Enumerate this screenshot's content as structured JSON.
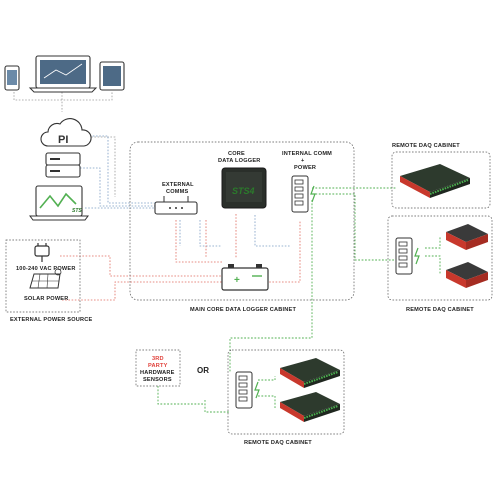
{
  "labels": {
    "pi": "PI",
    "core_line1": "CORE",
    "core_line2": "DATA LOGGER",
    "external_line1": "EXTERNAL",
    "external_line2": "COMMS",
    "internal_line1": "INTERNAL COMM",
    "internal_line2": "+",
    "internal_line3": "POWER",
    "vac_power": "100-240 VAC POWER",
    "solar_power": "SOLAR POWER",
    "external_power_source": "EXTERNAL POWER SOURCE",
    "main_cabinet": "MAIN CORE DATA LOGGER CABINET",
    "remote_cabinet_top": "REMOTE DAQ CABINET",
    "remote_cabinet_mid": "REMOTE DAQ CABINET",
    "remote_cabinet_bottom": "REMOTE DAQ CABINET",
    "third_line1": "3RD",
    "third_line2": "PARTY",
    "third_line3": "HARDWARE",
    "third_line4": "SENSORS",
    "or": "OR",
    "logger_brand": "STS4",
    "laptop_brand": "STS"
  },
  "icons": {
    "cloud": "cloud-icon",
    "server": "server-icon",
    "laptop_chart": "laptop-chart-icon",
    "phone": "phone-icon",
    "laptop": "laptop-icon",
    "tablet": "tablet-icon",
    "router": "router-icon",
    "battery": "battery-icon",
    "plug": "power-plug-icon",
    "solar": "solar-panel-icon",
    "hub": "comm-hub-icon",
    "daq": "daq-module-icon"
  },
  "colors": {
    "comm_line": "#7a9cc4",
    "power_line": "#e06a5e",
    "internal_line": "#52b052",
    "network_line": "#9a9a9a",
    "accent_green": "#4caf50",
    "accent_red": "#e0403a"
  }
}
